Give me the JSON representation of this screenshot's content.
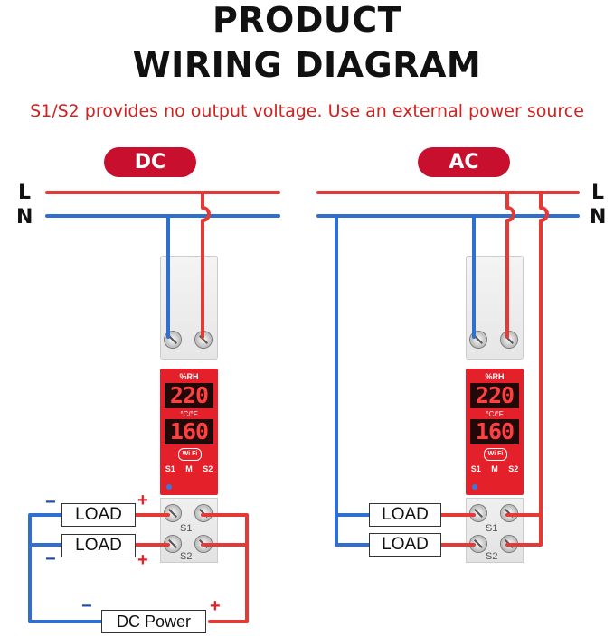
{
  "title_line1": "PRODUCT",
  "title_line2": "WIRING DIAGRAM",
  "subtitle": "S1/S2 provides no output voltage. Use an external power source",
  "dc_label": "DC",
  "ac_label": "AC",
  "line_L": "L",
  "line_N": "N",
  "device": {
    "display_humidity_label": "%RH",
    "display_top_value": "220",
    "display_unit_label": "°C/°F",
    "display_bottom_value": "160",
    "wifi_label": "Wi Fi",
    "buttons": [
      "S1",
      "M",
      "S2"
    ],
    "terminal_labels": [
      "S1",
      "S2"
    ]
  },
  "load_label": "LOAD",
  "dc_power_label": "DC Power",
  "plus_sign": "+",
  "minus_sign": "−",
  "colors": {
    "live": "#e53935",
    "neutral": "#2f6fcf",
    "accent": "#c8102e"
  }
}
